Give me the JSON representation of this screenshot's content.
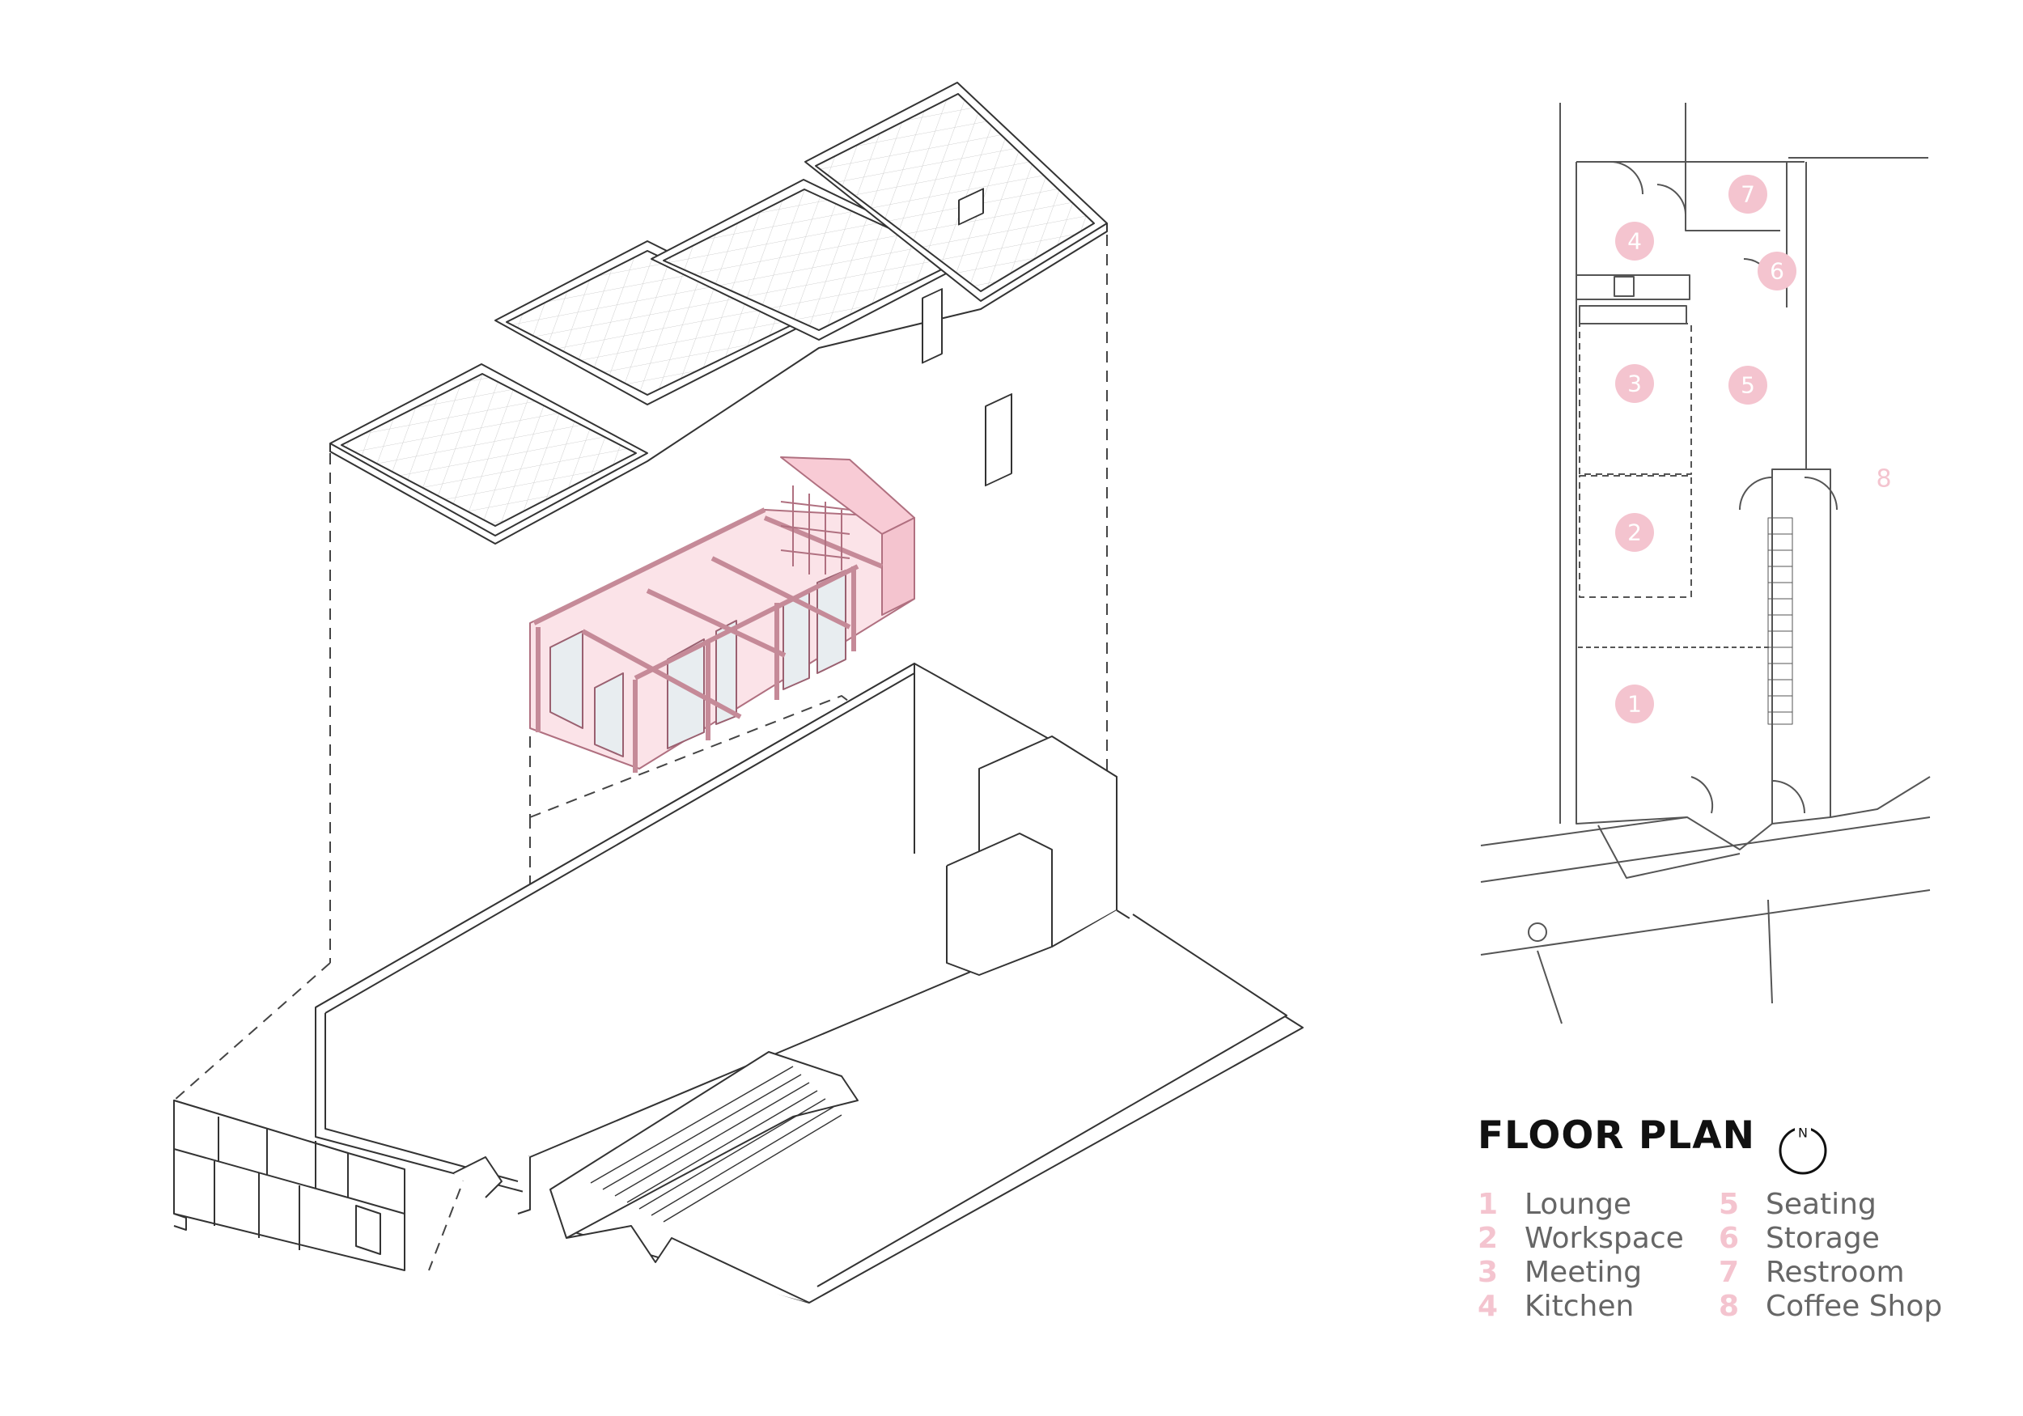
{
  "legend": {
    "title": "FLOOR PLAN",
    "north_label": "N",
    "items": [
      {
        "num": "1",
        "label": "Lounge"
      },
      {
        "num": "2",
        "label": "Workspace"
      },
      {
        "num": "3",
        "label": "Meeting"
      },
      {
        "num": "4",
        "label": "Kitchen"
      },
      {
        "num": "5",
        "label": "Seating"
      },
      {
        "num": "6",
        "label": "Storage"
      },
      {
        "num": "7",
        "label": "Restroom"
      },
      {
        "num": "8",
        "label": "Coffee Shop"
      }
    ]
  },
  "plan_markers": [
    "1",
    "2",
    "3",
    "4",
    "5",
    "6",
    "7",
    "8"
  ],
  "colors": {
    "accent_pink": "#f4c4cf",
    "line": "#555555",
    "text_dark": "#111111",
    "text_grey": "#666666"
  },
  "icons": [
    "north-arrow-icon"
  ]
}
